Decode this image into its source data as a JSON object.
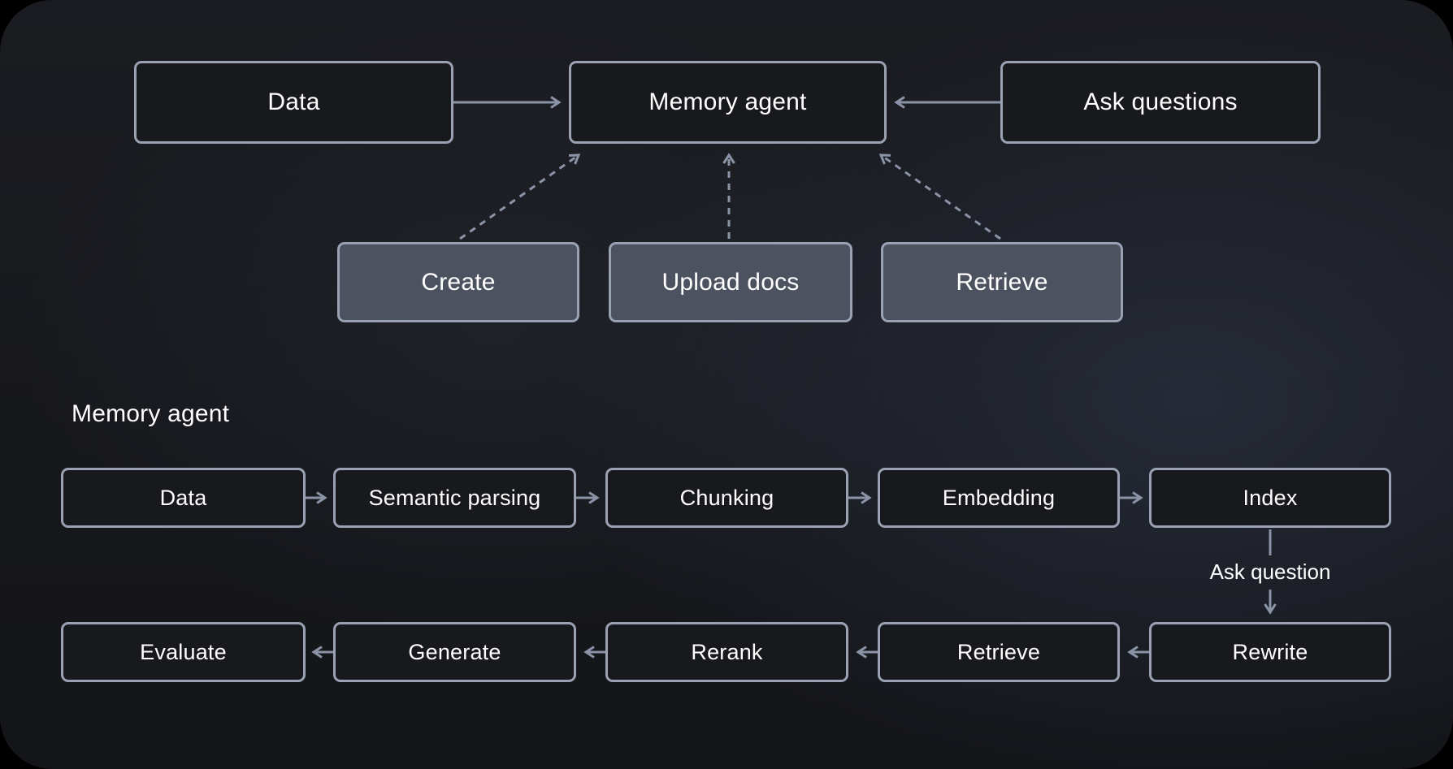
{
  "colors": {
    "canvas_bg": "#17181c",
    "node_dark_fill": "#18191c",
    "node_slate_fill": "#4d5260",
    "node_border": "#99a1b3",
    "edge": "#8b93a6",
    "text": "#ffffff",
    "outside": "#000000"
  },
  "overview": {
    "nodes": {
      "data": {
        "label": "Data"
      },
      "memory_agent": {
        "label": "Memory agent"
      },
      "ask_questions": {
        "label": "Ask questions"
      },
      "create": {
        "label": "Create"
      },
      "upload_docs": {
        "label": "Upload docs"
      },
      "retrieve": {
        "label": "Retrieve"
      }
    }
  },
  "detail": {
    "title": "Memory agent",
    "row1": {
      "data": {
        "label": "Data"
      },
      "semantic_parsing": {
        "label": "Semantic parsing"
      },
      "chunking": {
        "label": "Chunking"
      },
      "embedding": {
        "label": "Embedding"
      },
      "index": {
        "label": "Index"
      }
    },
    "connector_label": "Ask question",
    "row2": {
      "evaluate": {
        "label": "Evaluate"
      },
      "generate": {
        "label": "Generate"
      },
      "rerank": {
        "label": "Rerank"
      },
      "retrieve": {
        "label": "Retrieve"
      },
      "rewrite": {
        "label": "Rewrite"
      }
    }
  }
}
